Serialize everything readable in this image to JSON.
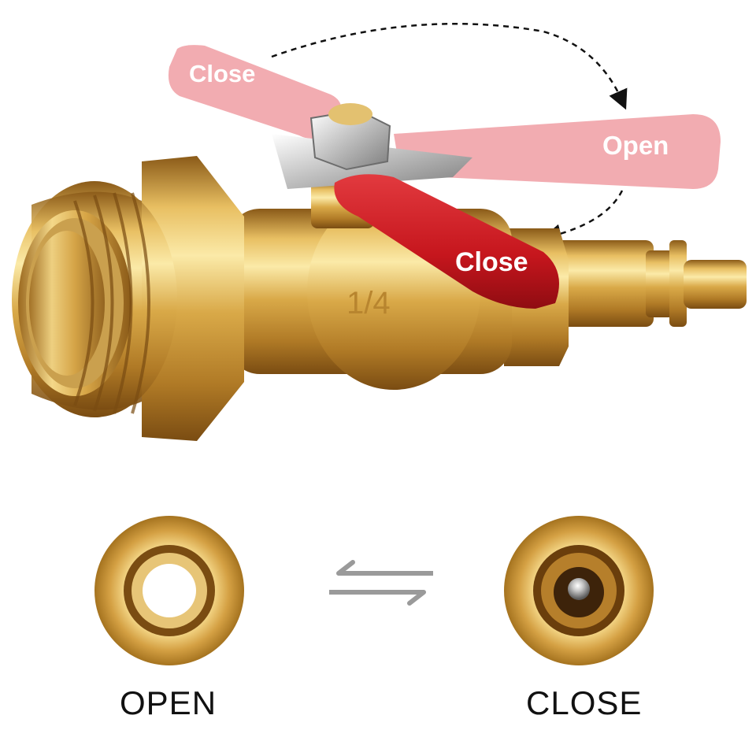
{
  "labels": {
    "ghost_close": "Close",
    "ghost_open": "Open",
    "red_close": "Close",
    "size_mark": "1/4"
  },
  "captions": {
    "open": "OPEN",
    "close": "CLOSE"
  },
  "colors": {
    "brass_light": "#f6dc8a",
    "brass_mid": "#d9a948",
    "brass_dark": "#8a5a18",
    "handle_red": "#d21f26",
    "handle_ghost": "#f0a3a8",
    "arrow_gray": "#9a9a9a",
    "caption_text": "#111111"
  },
  "icons": {
    "switch": "exchange-arrows-icon",
    "rotation": "dashed-rotation-arrow-icon"
  }
}
